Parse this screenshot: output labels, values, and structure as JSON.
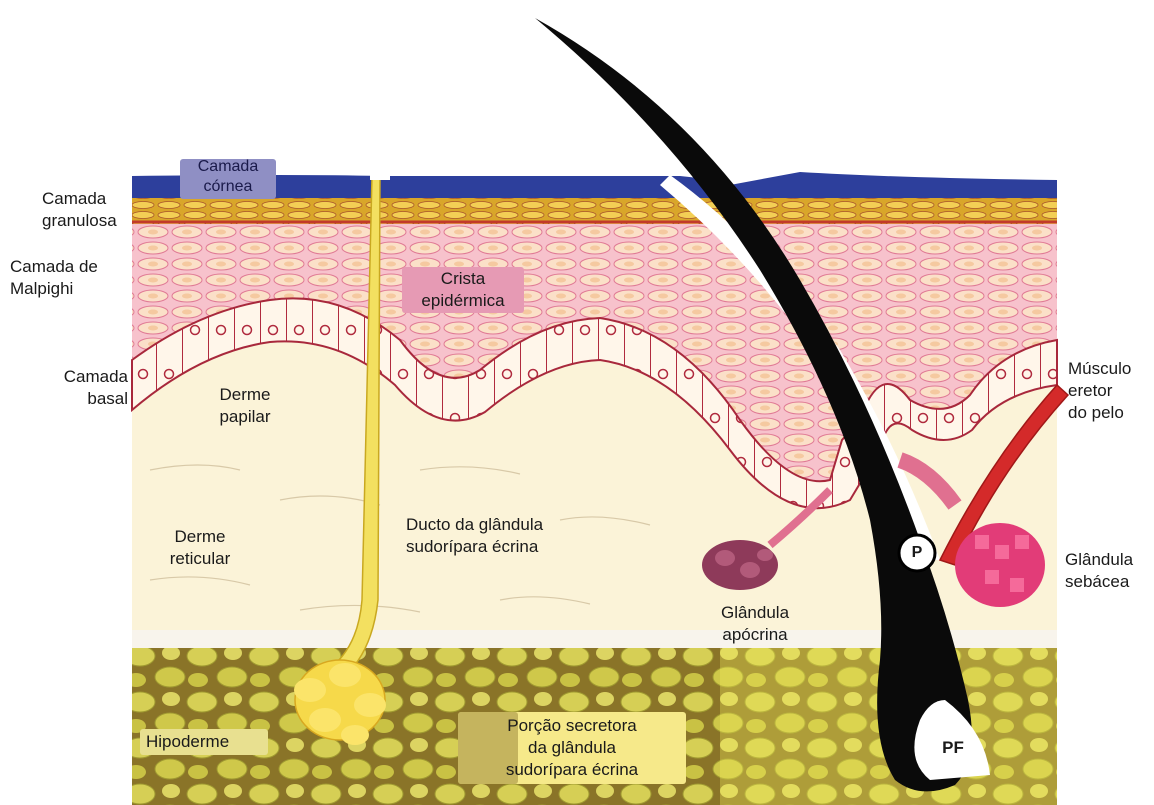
{
  "labels": {
    "camada_cornea": "Camada\ncórnea",
    "camada_granulosa": "Camada\ngranulosa",
    "camada_malpighi": "Camada de\nMalpighi",
    "camada_basal": "Camada\nbasal",
    "crista_epidermica": "Crista\nepidérmica",
    "derme_papilar": "Derme\npapilar",
    "derme_reticular": "Derme\nreticular",
    "ducto_glandula": "Ducto da glândula\nsudorípara écrina",
    "glandula_apocrina": "Glândula\napócrina",
    "musculo_eretor": "Músculo\neretor\ndo pelo",
    "glandula_sebacea": "Glândula\nsebácea",
    "hipoderme": "Hipoderme",
    "porcao_secretora": "Porção secretora\nda glândula\nsudorípara écrina",
    "papila": "P",
    "papila_foliculo": "PF"
  },
  "colors": {
    "stratum_corneum": "#2d3f9c",
    "granular": "#c8a020",
    "malpighi": "#f2b0c0",
    "basal": "#a8283c",
    "dermis": "#fbf3d8",
    "hypodermis": "#8a7428",
    "fat_globule": "#cfc84a",
    "hair": "#0a0a0a",
    "sweat_duct": "#f3e060",
    "apocrine": "#8e3a5a",
    "sebaceous": "#e23c78",
    "arrector_muscle": "#d42a2a"
  }
}
